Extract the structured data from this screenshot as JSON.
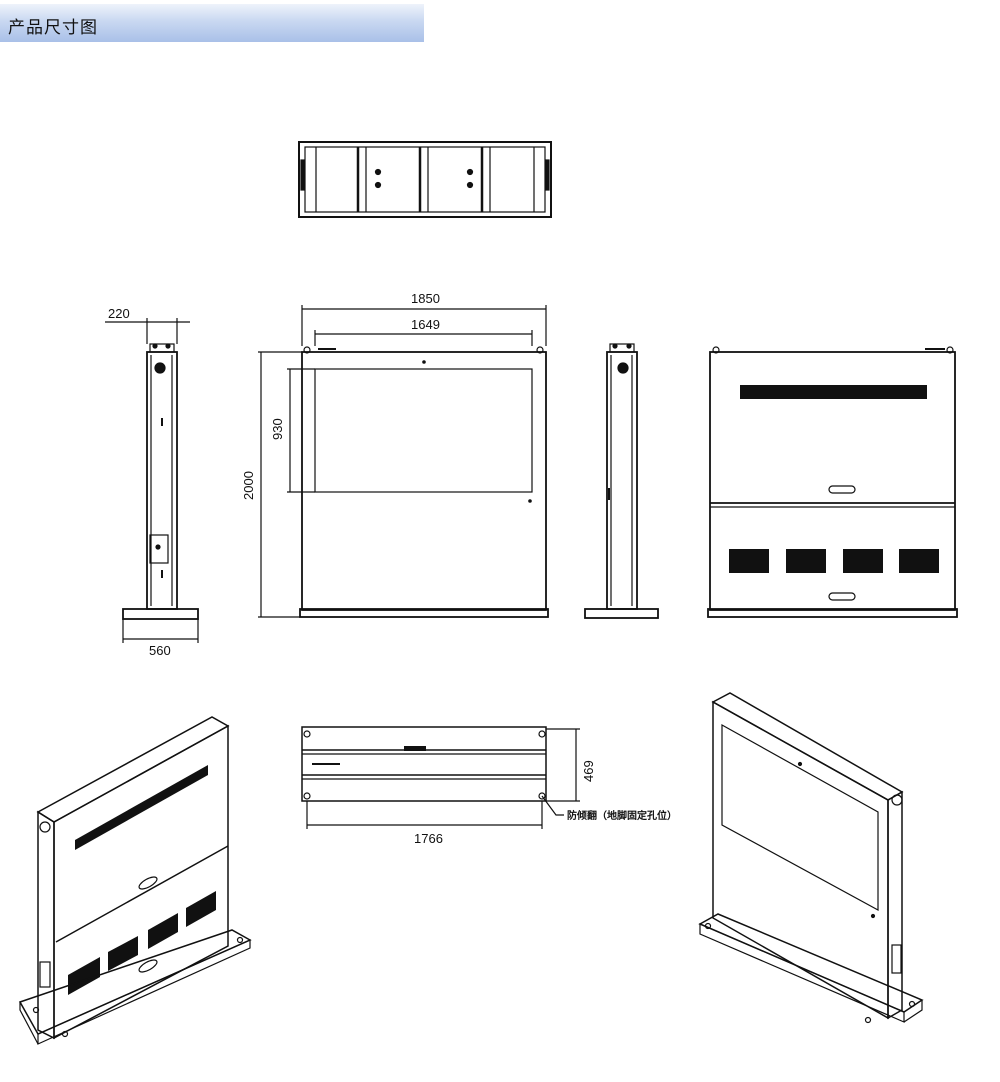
{
  "header": {
    "title": "产品尺寸图"
  },
  "dimensions": {
    "side_depth": "220",
    "base_depth": "560",
    "overall_width": "1850",
    "screen_width": "1649",
    "screen_height": "930",
    "overall_height": "2000",
    "base_length": "1766",
    "base_width": "469"
  },
  "annotations": {
    "anchor_note": "防倾翻（地脚固定孔位）"
  }
}
